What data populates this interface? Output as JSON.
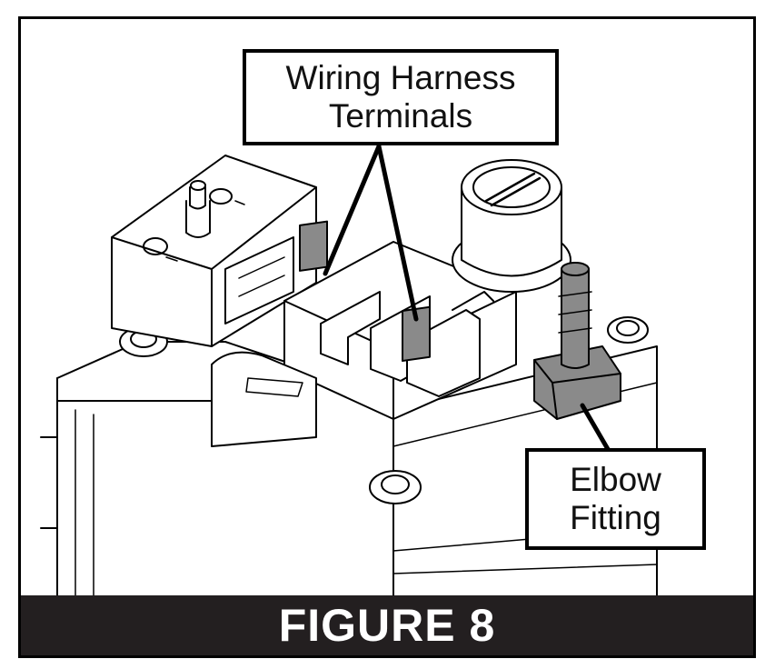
{
  "callouts": {
    "wiring": {
      "line1": "Wiring Harness",
      "line2": "Terminals"
    },
    "elbow": {
      "line1": "Elbow",
      "line2": "Fitting"
    }
  },
  "footer": {
    "label": "FIGURE 8"
  },
  "colors": {
    "outline": "#000000",
    "fill": "#ffffff",
    "shade": "#8a8a8a",
    "footer": "#231f20"
  }
}
